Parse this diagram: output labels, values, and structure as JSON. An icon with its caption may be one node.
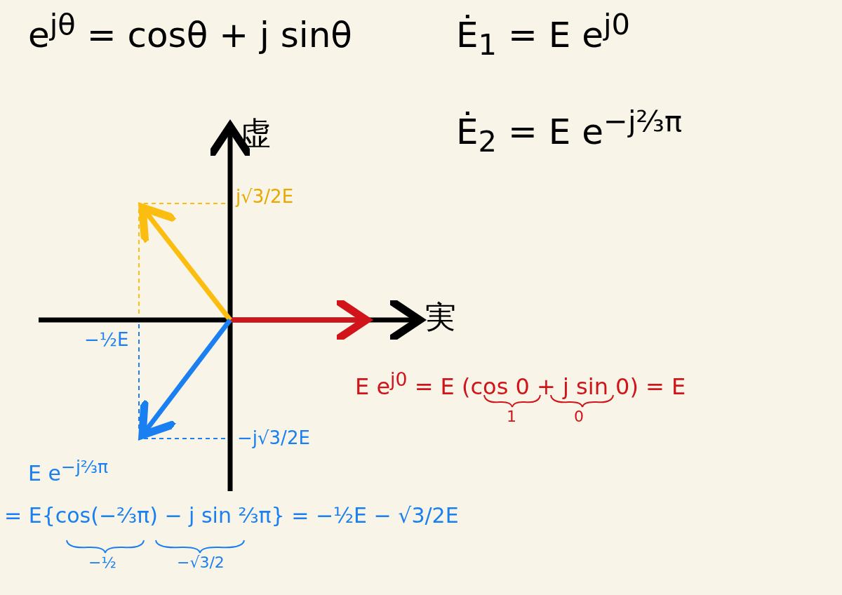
{
  "diagram": {
    "labels": [
      "e$^{jθ}$ = cosθ + j sinθ",
      "Ė$_{1}$ = E e$^{j0}$",
      "Ė$_{2}$ = E e$^{−j⅔π}$",
      "虚",
      "j√3/2E",
      "実",
      "−½E",
      "E e$^{j0}$ = E (cos 0 + j sin 0) = E",
      "1",
      "0",
      "−j√3/2E",
      "E e$^{−j⅔π}$",
      "= E{cos(−⅔π) − j sin ⅔π} = −½E − √3/2E",
      "−½",
      "−√3/2"
    ]
  }
}
